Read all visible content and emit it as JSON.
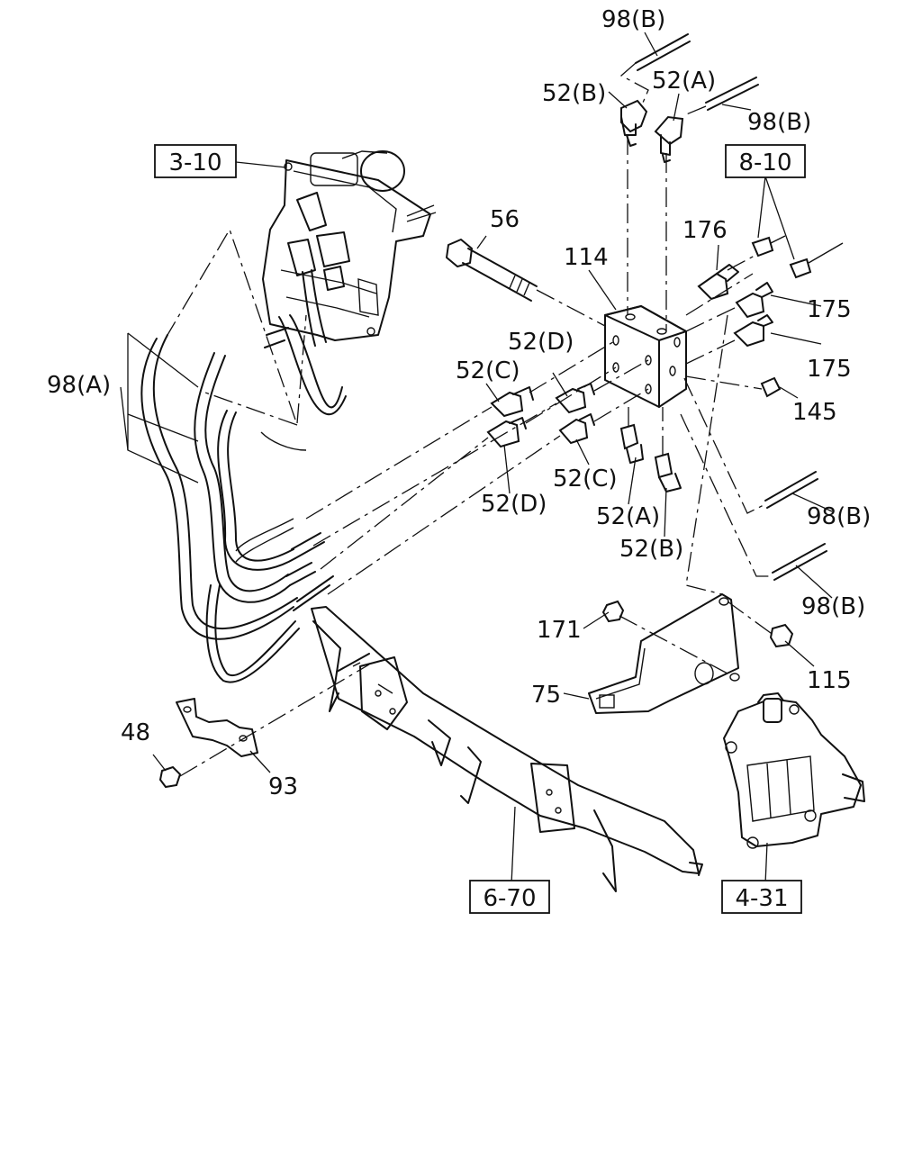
{
  "references": {
    "ref_3_10": "3-10",
    "ref_8_10": "8-10",
    "ref_6_70": "6-70",
    "ref_4_31": "4-31"
  },
  "labels": {
    "p98b_top": "98(B)",
    "p52b_top": "52(B)",
    "p52a_top": "52(A)",
    "p98b_top_right": "98(B)",
    "p56": "56",
    "p114": "114",
    "p176": "176",
    "p175_upper": "175",
    "p175_lower": "175",
    "p145": "145",
    "p98a": "98(A)",
    "p52c_left": "52(C)",
    "p52d_upper": "52(D)",
    "p52d_lower": "52(D)",
    "p52c_lower": "52(C)",
    "p52a_lower": "52(A)",
    "p52b_lower": "52(B)",
    "p98b_right_upper": "98(B)",
    "p98b_right_lower": "98(B)",
    "p171": "171",
    "p115": "115",
    "p75": "75",
    "p48": "48",
    "p93": "93"
  }
}
